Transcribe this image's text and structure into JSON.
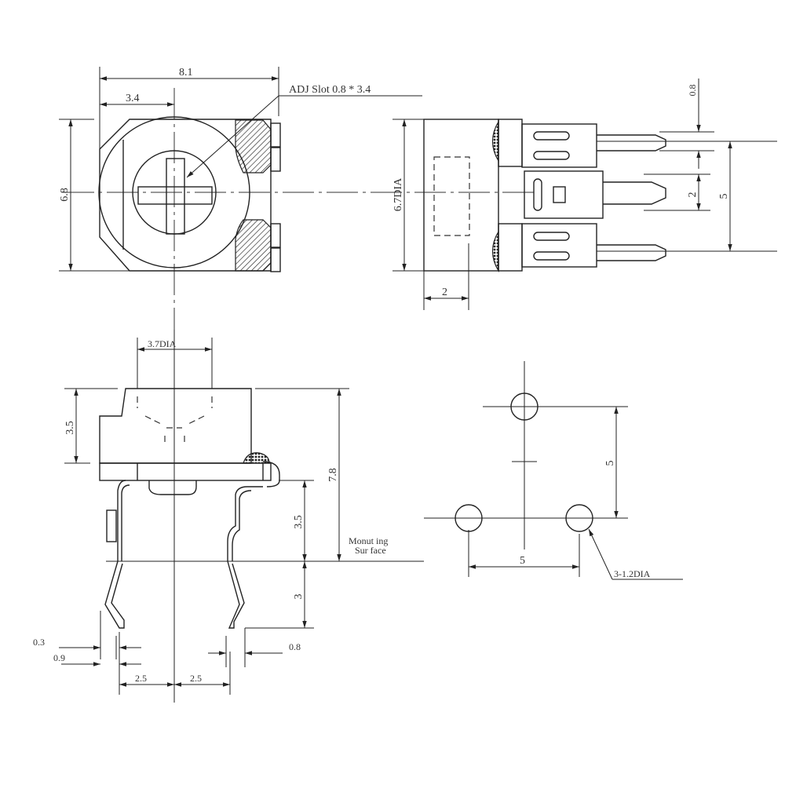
{
  "top_view": {
    "width_dim": "8.1",
    "offset_dim": "3.4",
    "height_dim": "6.8",
    "slot_note": "ADJ Slot 0.8 * 3.4"
  },
  "side_view": {
    "dia_dim": "6.7DIA",
    "depth_dim": "2",
    "pin_width_dim": "0.8",
    "pin_gap_dim": "2",
    "pin_pitch_dim": "5"
  },
  "front_view": {
    "knob_dia": "3.7DIA",
    "knob_height": "3.5",
    "total_height": "7.8",
    "standoff_height": "3.5",
    "mounting_line1": "Monut ing",
    "mounting_line2": "Sur face",
    "pin_length": "3",
    "pin_thickness": "0.3",
    "pin_offset": "0.9",
    "pin_width": "0.8",
    "pitch_left": "2.5",
    "pitch_right": "2.5"
  },
  "footprint": {
    "vertical_pitch": "5",
    "horizontal_pitch": "5",
    "hole_note": "3-1.2DIA"
  }
}
